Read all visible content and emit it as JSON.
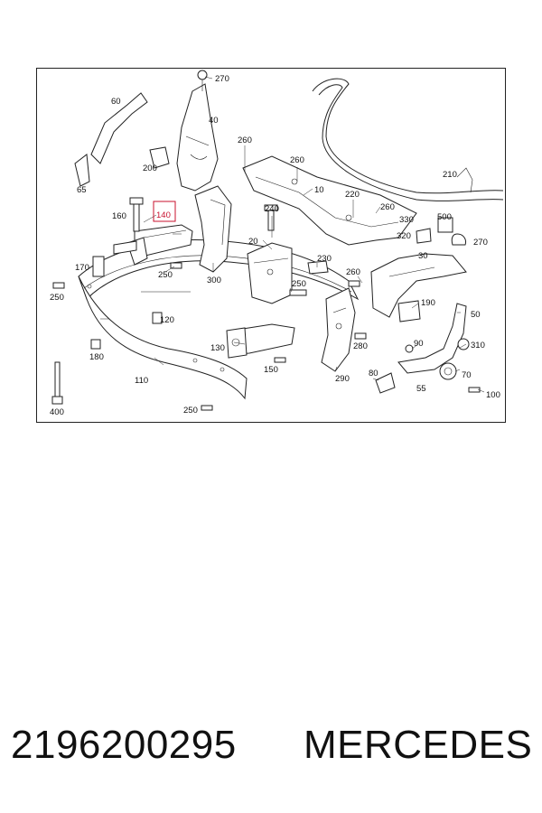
{
  "diagram": {
    "highlight_color": "#c8102e",
    "callouts": [
      {
        "id": "c270a",
        "text": "270"
      },
      {
        "id": "c60",
        "text": "60"
      },
      {
        "id": "c40",
        "text": "40"
      },
      {
        "id": "c260a",
        "text": "260"
      },
      {
        "id": "c260b",
        "text": "260"
      },
      {
        "id": "c200",
        "text": "200"
      },
      {
        "id": "c65",
        "text": "65"
      },
      {
        "id": "c210",
        "text": "210"
      },
      {
        "id": "c10",
        "text": "10"
      },
      {
        "id": "c220",
        "text": "220"
      },
      {
        "id": "c260c",
        "text": "260"
      },
      {
        "id": "c160",
        "text": "160"
      },
      {
        "id": "c140",
        "text": "140",
        "highlighted": true
      },
      {
        "id": "c240",
        "text": "240"
      },
      {
        "id": "c330",
        "text": "330"
      },
      {
        "id": "c500",
        "text": "500"
      },
      {
        "id": "c320",
        "text": "320"
      },
      {
        "id": "c270b",
        "text": "270"
      },
      {
        "id": "c20",
        "text": "20"
      },
      {
        "id": "c30",
        "text": "30"
      },
      {
        "id": "c170",
        "text": "170"
      },
      {
        "id": "c250a",
        "text": "250"
      },
      {
        "id": "c300",
        "text": "300"
      },
      {
        "id": "c230",
        "text": "230"
      },
      {
        "id": "c260d",
        "text": "260"
      },
      {
        "id": "c250b",
        "text": "250"
      },
      {
        "id": "c250c",
        "text": "250"
      },
      {
        "id": "c190",
        "text": "190"
      },
      {
        "id": "c120",
        "text": "120"
      },
      {
        "id": "c50",
        "text": "50"
      },
      {
        "id": "c180",
        "text": "180"
      },
      {
        "id": "c130",
        "text": "130"
      },
      {
        "id": "c280",
        "text": "280"
      },
      {
        "id": "c90",
        "text": "90"
      },
      {
        "id": "c310",
        "text": "310"
      },
      {
        "id": "c150",
        "text": "150"
      },
      {
        "id": "c110",
        "text": "110"
      },
      {
        "id": "c290",
        "text": "290"
      },
      {
        "id": "c80",
        "text": "80"
      },
      {
        "id": "c70",
        "text": "70"
      },
      {
        "id": "c55",
        "text": "55"
      },
      {
        "id": "c100",
        "text": "100"
      },
      {
        "id": "c400",
        "text": "400"
      },
      {
        "id": "c250d",
        "text": "250"
      }
    ]
  },
  "caption": {
    "part_number": "2196200295",
    "brand": "MERCEDES"
  }
}
